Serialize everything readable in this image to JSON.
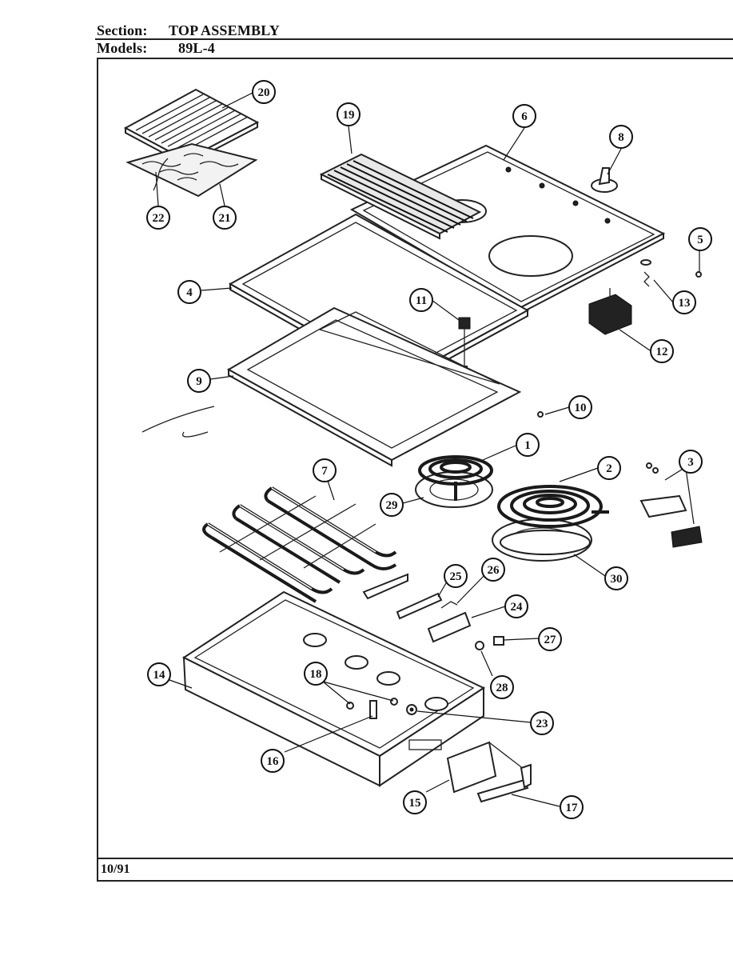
{
  "header": {
    "section_label": "Section:",
    "section_value": "TOP ASSEMBLY",
    "models_label": "Models:",
    "models_value": "89L-4"
  },
  "footer": {
    "date": "10/91"
  },
  "callouts": [
    "1",
    "2",
    "3",
    "4",
    "5",
    "6",
    "7",
    "8",
    "9",
    "10",
    "11",
    "12",
    "13",
    "14",
    "15",
    "16",
    "17",
    "18",
    "19",
    "20",
    "21",
    "22",
    "23",
    "24",
    "25",
    "26",
    "27",
    "28",
    "29",
    "30"
  ]
}
